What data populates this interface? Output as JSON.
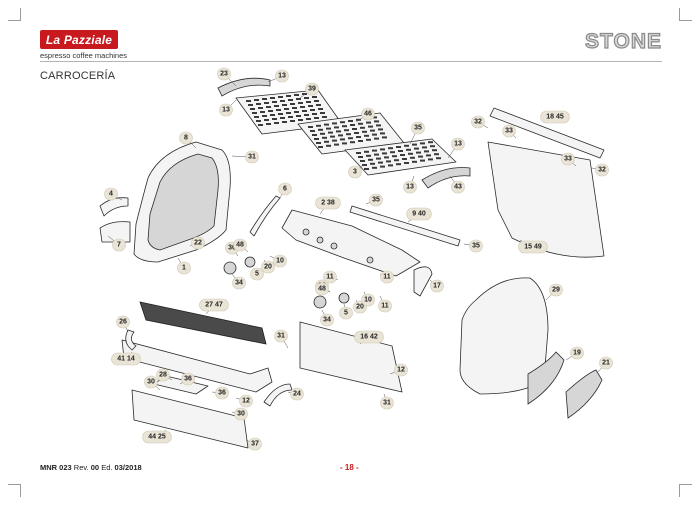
{
  "header": {
    "brand": "La Pazziale",
    "tagline": "espresso coffee machines",
    "model": "STONE",
    "section": "CARROCERÍA"
  },
  "footer": {
    "doc_code": "MNR 023",
    "rev_label": "Rev.",
    "rev": "00",
    "ed_label": "Ed.",
    "edition": "03/2018",
    "page": "- 18 -"
  },
  "colors": {
    "brand_red": "#c8191f",
    "callout_fill": "#e9e4d6"
  },
  "callouts": [
    "23",
    "13",
    "13",
    "39",
    "46",
    "35",
    "3",
    "13",
    "13",
    "43",
    "32",
    "18 45",
    "33",
    "33",
    "32",
    "8",
    "31",
    "4",
    "7",
    "22",
    "1",
    "6",
    "2 38",
    "35",
    "9 40",
    "35",
    "15 49",
    "30",
    "48",
    "5",
    "10",
    "34",
    "20",
    "11",
    "11",
    "30",
    "48",
    "5",
    "20",
    "10",
    "11",
    "17",
    "34",
    "27 47",
    "26",
    "41 14",
    "31",
    "16 42",
    "12",
    "31",
    "29",
    "19",
    "21",
    "28",
    "36",
    "30",
    "36",
    "12",
    "30",
    "24",
    "44 25",
    "37"
  ]
}
